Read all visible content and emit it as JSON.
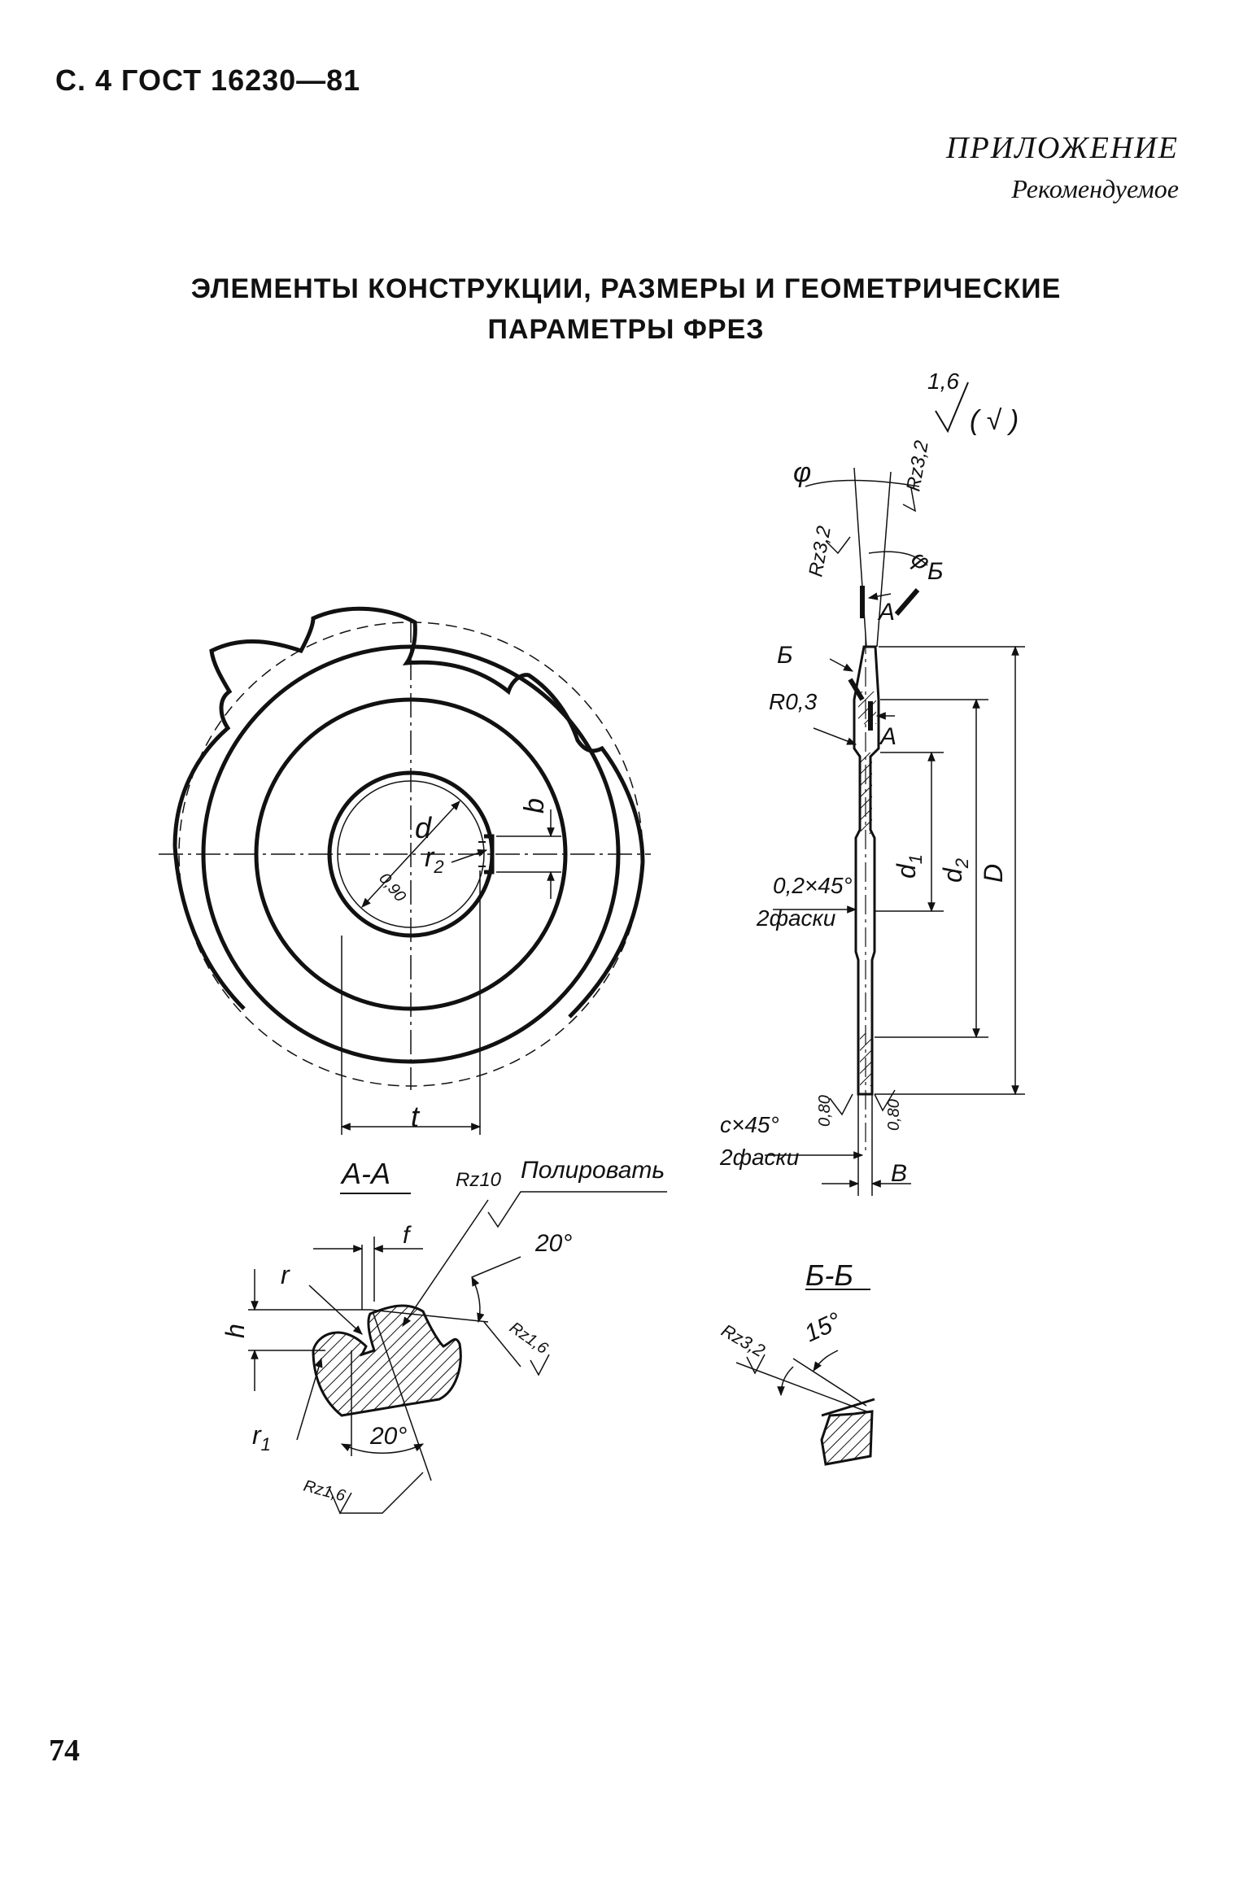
{
  "header": {
    "text": "С. 4 ГОСТ 16230—81"
  },
  "appendix": {
    "title": "ПРИЛОЖЕНИЕ",
    "subtitle": "Рекомендуемое"
  },
  "title": {
    "line1": "ЭЛЕМЕНТЫ КОНСТРУКЦИИ, РАЗМЕРЫ И ГЕОМЕТРИЧЕСКИЕ",
    "line2": "ПАРАМЕТРЫ ФРЕЗ"
  },
  "page_number": "74",
  "labels": {
    "roughness_general": "1,6",
    "roughness_general_paren": "( √ )",
    "phi": "φ",
    "rz32": "Rz3,2",
    "b_cut": "Б",
    "a_cut": "А",
    "r03": "R0,3",
    "d": "d",
    "r2": "r",
    "r2_sub": "2",
    "b": "b",
    "r090": "0,90",
    "d1": "d",
    "d1_sub": "1",
    "d2": "d",
    "d2_sub": "2",
    "D": "D",
    "chamfer_02": "0,2×45°",
    "two_chamfers": "2фаски",
    "c45": "c×45°",
    "r080": "0,80",
    "B": "B",
    "t": "t",
    "section_aa": "А-А",
    "rz10": "Rz10",
    "polish": "Полировать",
    "f": "f",
    "deg20": "20°",
    "r": "r",
    "h": "h",
    "rz16": "Rz1,6",
    "r1": "r",
    "r1_sub": "1",
    "section_bb": "Б-Б",
    "deg15": "15°"
  }
}
